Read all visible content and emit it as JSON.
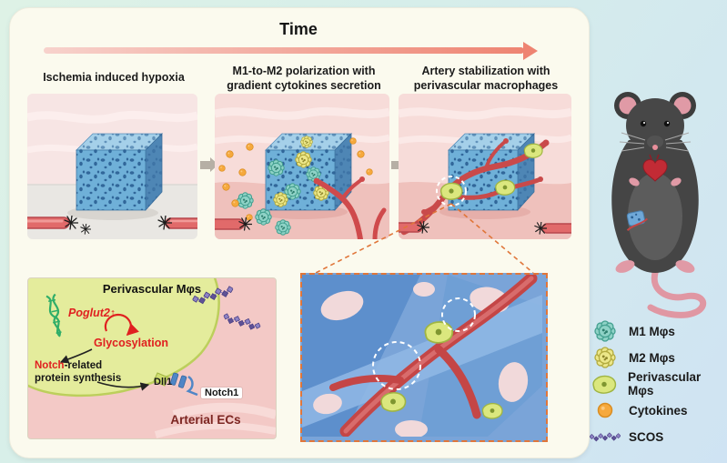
{
  "header": {
    "time_label": "Time"
  },
  "panels": [
    {
      "title_line1": "Ischemia induced hypoxia",
      "title_line2": ""
    },
    {
      "title_line1": "M1-to-M2 polarization with",
      "title_line2": "gradient cytokines secretion"
    },
    {
      "title_line1": "Artery stabilization with",
      "title_line2": "perivascular macrophages"
    }
  ],
  "inset": {
    "title": "Perivascular Mφs",
    "gene": "Poglut2",
    "gene_arrow": "↑",
    "process": "Glycosylation",
    "notch_highlight": "Notch",
    "notch_rest": "-related",
    "notch_line2": "protein synthesis",
    "ligand_label": "Dll1",
    "receptor_label": "Notch1",
    "tissue_label": "Arterial ECs"
  },
  "legend": {
    "items": [
      {
        "label": "M1 Mφs",
        "icon": "m1-macrophage-icon",
        "color": "#8ed2c6"
      },
      {
        "label": "M2 Mφs",
        "icon": "m2-macrophage-icon",
        "color": "#ece789"
      },
      {
        "label": "Perivascular Mφs",
        "icon": "perivascular-macrophage-icon",
        "color": "#dbe77e"
      },
      {
        "label": "Cytokines",
        "icon": "cytokine-icon",
        "color": "#f6a93d"
      },
      {
        "label": "SCOS",
        "icon": "scos-chain-icon",
        "color": "#8d82c4"
      }
    ]
  },
  "colors": {
    "accent_red": "#e02020",
    "timeline_start": "#f7d2cc",
    "timeline_end": "#ee8472",
    "scaffold_blue": "#6fb0d8",
    "vessel_red": "#c94a4a",
    "zoom_border_orange": "#e0763a"
  }
}
